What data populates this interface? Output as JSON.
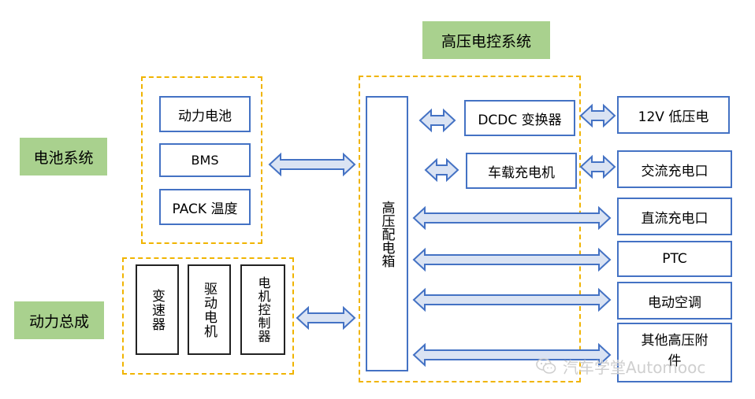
{
  "labels": {
    "hv_system": "高压电控系统",
    "battery_system": "电池系统",
    "powertrain": "动力总成"
  },
  "battery": {
    "items": [
      "动力电池",
      "BMS",
      "PACK 温度"
    ]
  },
  "powertrain_items": [
    "变速器",
    "驱动电机",
    "电机控制器"
  ],
  "pdu": "高压配电箱",
  "hv_inner": {
    "dcdc": "DCDC 变换器",
    "obc": "车载充电机"
  },
  "right_items": [
    "12V 低压电",
    "交流充电口",
    "直流充电口",
    "PTC",
    "电动空调",
    "其他高压附件"
  ],
  "watermark": {
    "icon": "wechat-icon",
    "text": "汽车学堂Automooc"
  },
  "colors": {
    "arrow_fill": "#dae3f3",
    "arrow_stroke": "#4472c4",
    "label_bg": "#a9d18e",
    "dashed_border": "#f0b400"
  }
}
